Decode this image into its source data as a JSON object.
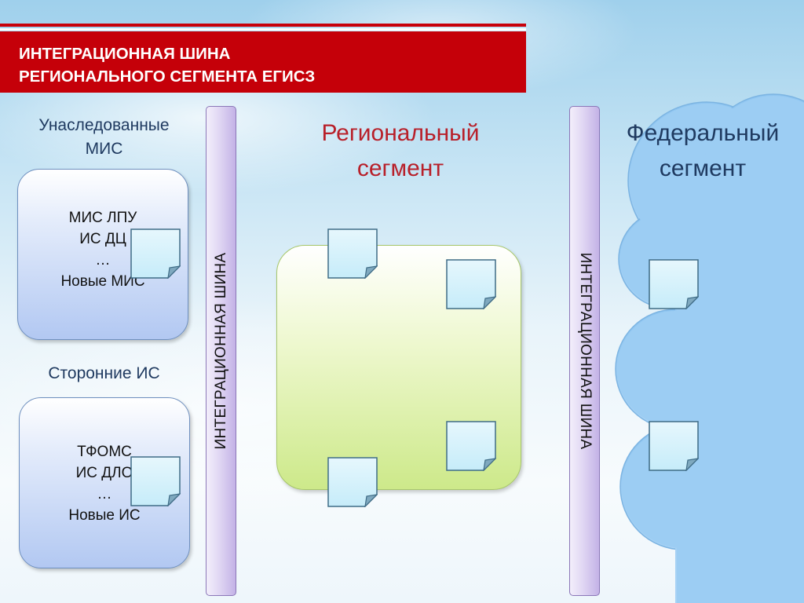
{
  "title": {
    "line1": "ИНТЕГРАЦИОННАЯ ШИНА",
    "line2": "РЕГИОНАЛЬНОГО СЕГМЕНТА ЕГИСЗ"
  },
  "legacy": {
    "label_line1": "Унаследованные",
    "label_line2": "МИС",
    "items": [
      "МИС ЛПУ",
      "ИС ДЦ",
      "…",
      "Новые МИС"
    ]
  },
  "third_party": {
    "label": "Сторонние ИС",
    "items": [
      "ТФОМС",
      "ИС ДЛО",
      "…",
      "Новые ИС"
    ]
  },
  "bus_label": "ИНТЕГРАЦИОННАЯ ШИНА",
  "regional": {
    "label_line1": "Региональный",
    "label_line2": "сегмент"
  },
  "federal": {
    "label_line1": "Федеральный",
    "label_line2": "сегмент"
  },
  "colors": {
    "title_bar": "#c50009",
    "regional_label": "#b8202a",
    "federal_cloud": "#a8d2f4",
    "note_fill": "#c6ecf9",
    "bus_fill": "#d6cbef"
  }
}
